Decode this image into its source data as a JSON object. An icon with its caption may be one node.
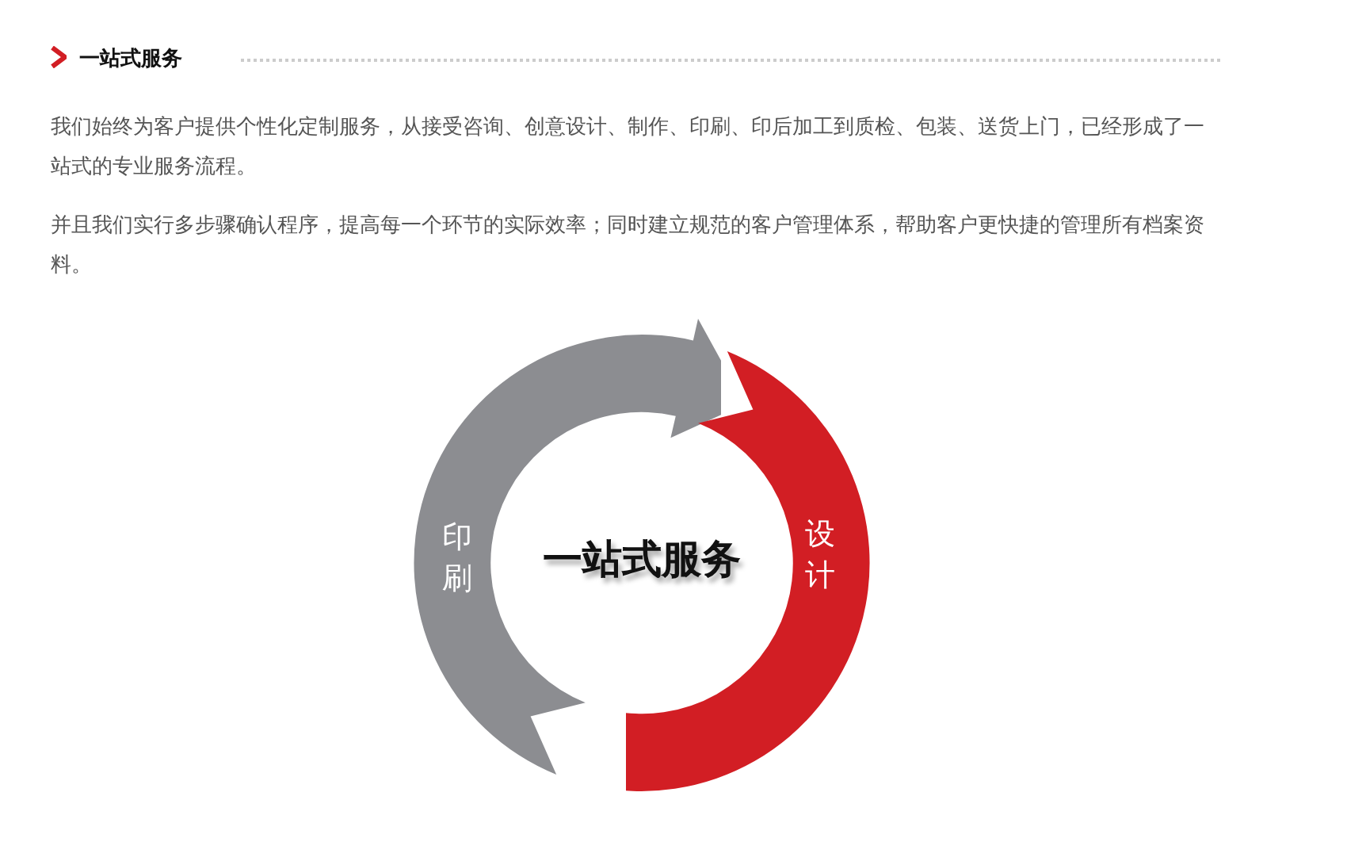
{
  "diagram": {
    "title": "一站式服务",
    "nodes": [
      {
        "text": [
          "印刷"
        ]
      },
      {
        "text": [
          "设计"
        ]
      }
    ],
    "labels": [
      "我们始终为客户提供个性化定制服务，从接受咨询、创意设计、制作、印刷、印后加工到质检、包装、送货上门，已经形成了一站式的专业服务流程。",
      "并且我们实行多步骤确认程序，提高每一个环节的实际效率；同时建立规范的客户管理体系，帮助客户更快捷的管理所有档案资料。",
      "一站式服务"
    ]
  }
}
